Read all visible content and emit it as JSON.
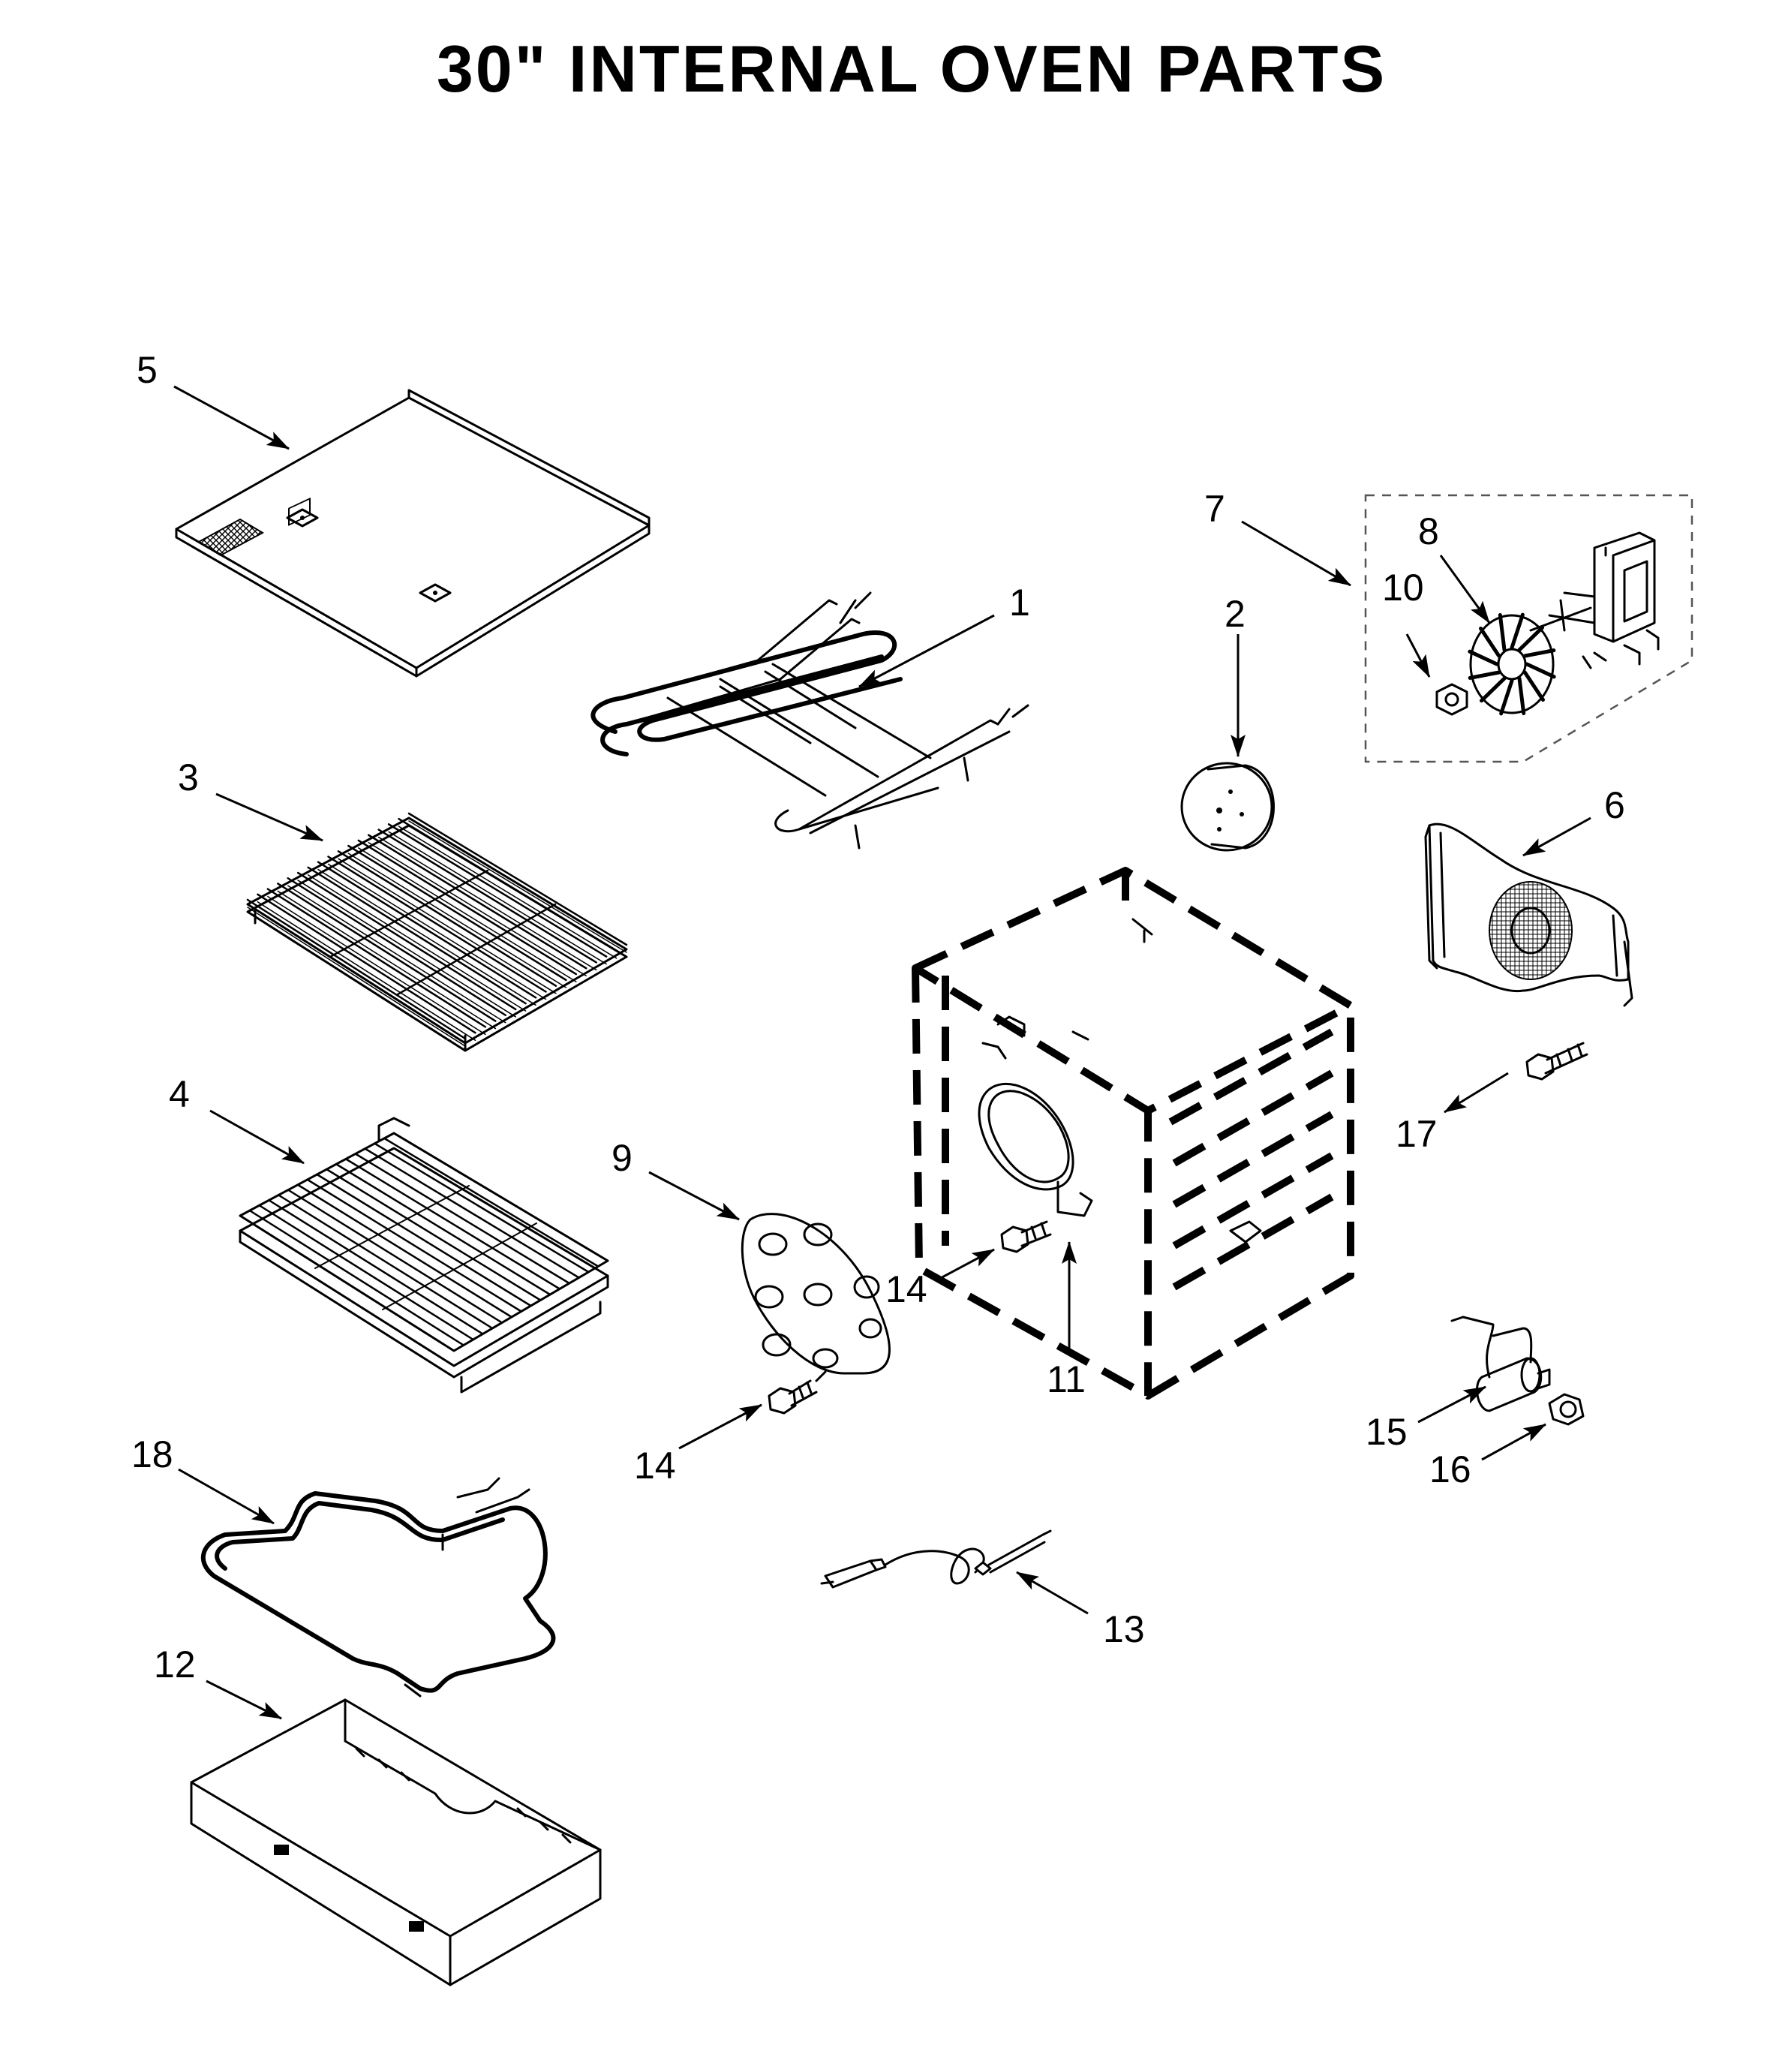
{
  "title": "30\" INTERNAL OVEN PARTS",
  "callouts": [
    {
      "id": "c1",
      "label": "1"
    },
    {
      "id": "c2",
      "label": "2"
    },
    {
      "id": "c3",
      "label": "3"
    },
    {
      "id": "c4",
      "label": "4"
    },
    {
      "id": "c5",
      "label": "5"
    },
    {
      "id": "c6",
      "label": "6"
    },
    {
      "id": "c7",
      "label": "7"
    },
    {
      "id": "c8",
      "label": "8"
    },
    {
      "id": "c9",
      "label": "9"
    },
    {
      "id": "c10",
      "label": "10"
    },
    {
      "id": "c11",
      "label": "11"
    },
    {
      "id": "c12",
      "label": "12"
    },
    {
      "id": "c13",
      "label": "13"
    },
    {
      "id": "c14a",
      "label": "14"
    },
    {
      "id": "c14b",
      "label": "14"
    },
    {
      "id": "c15",
      "label": "15"
    },
    {
      "id": "c16",
      "label": "16"
    },
    {
      "id": "c17",
      "label": "17"
    },
    {
      "id": "c18",
      "label": "18"
    }
  ]
}
